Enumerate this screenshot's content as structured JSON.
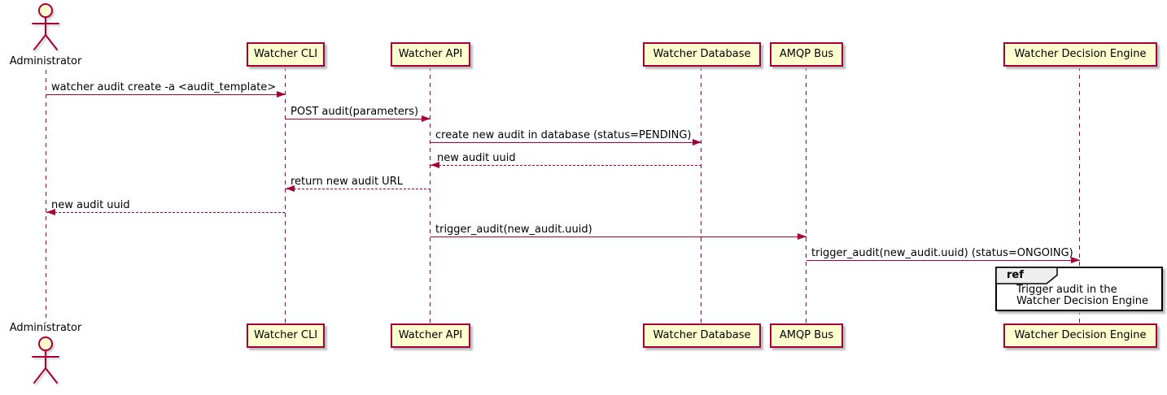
{
  "actor": {
    "label": "Administrator"
  },
  "participants": [
    {
      "label": "Watcher CLI"
    },
    {
      "label": "Watcher API"
    },
    {
      "label": "Watcher Database"
    },
    {
      "label": "AMQP Bus"
    },
    {
      "label": "Watcher Decision Engine"
    }
  ],
  "messages": [
    {
      "from": "Administrator",
      "to": "Watcher CLI",
      "style": "solid",
      "label": "watcher audit create -a <audit_template>"
    },
    {
      "from": "Watcher CLI",
      "to": "Watcher API",
      "style": "solid",
      "label": "POST audit(parameters)"
    },
    {
      "from": "Watcher API",
      "to": "Watcher Database",
      "style": "solid",
      "label": "create new audit in database (status=PENDING)"
    },
    {
      "from": "Watcher Database",
      "to": "Watcher API",
      "style": "dashed",
      "label": "new audit uuid"
    },
    {
      "from": "Watcher API",
      "to": "Watcher CLI",
      "style": "dashed",
      "label": "return new audit URL"
    },
    {
      "from": "Watcher CLI",
      "to": "Administrator",
      "style": "dashed",
      "label": "new audit uuid"
    },
    {
      "from": "Watcher API",
      "to": "AMQP Bus",
      "style": "solid",
      "label": "trigger_audit(new_audit.uuid)"
    },
    {
      "from": "AMQP Bus",
      "to": "Watcher Decision Engine",
      "style": "solid",
      "label": "trigger_audit(new_audit.uuid) (status=ONGOING)"
    }
  ],
  "ref": {
    "keyword": "ref",
    "line1": "Trigger audit in the",
    "line2": "Watcher Decision Engine"
  },
  "colors": {
    "participant_fill": "#FEFECE",
    "participant_border": "#A80036",
    "line": "#A80036",
    "text": "#000000",
    "ref_label_fill": "#EEEEEE",
    "ref_border": "#000000"
  }
}
